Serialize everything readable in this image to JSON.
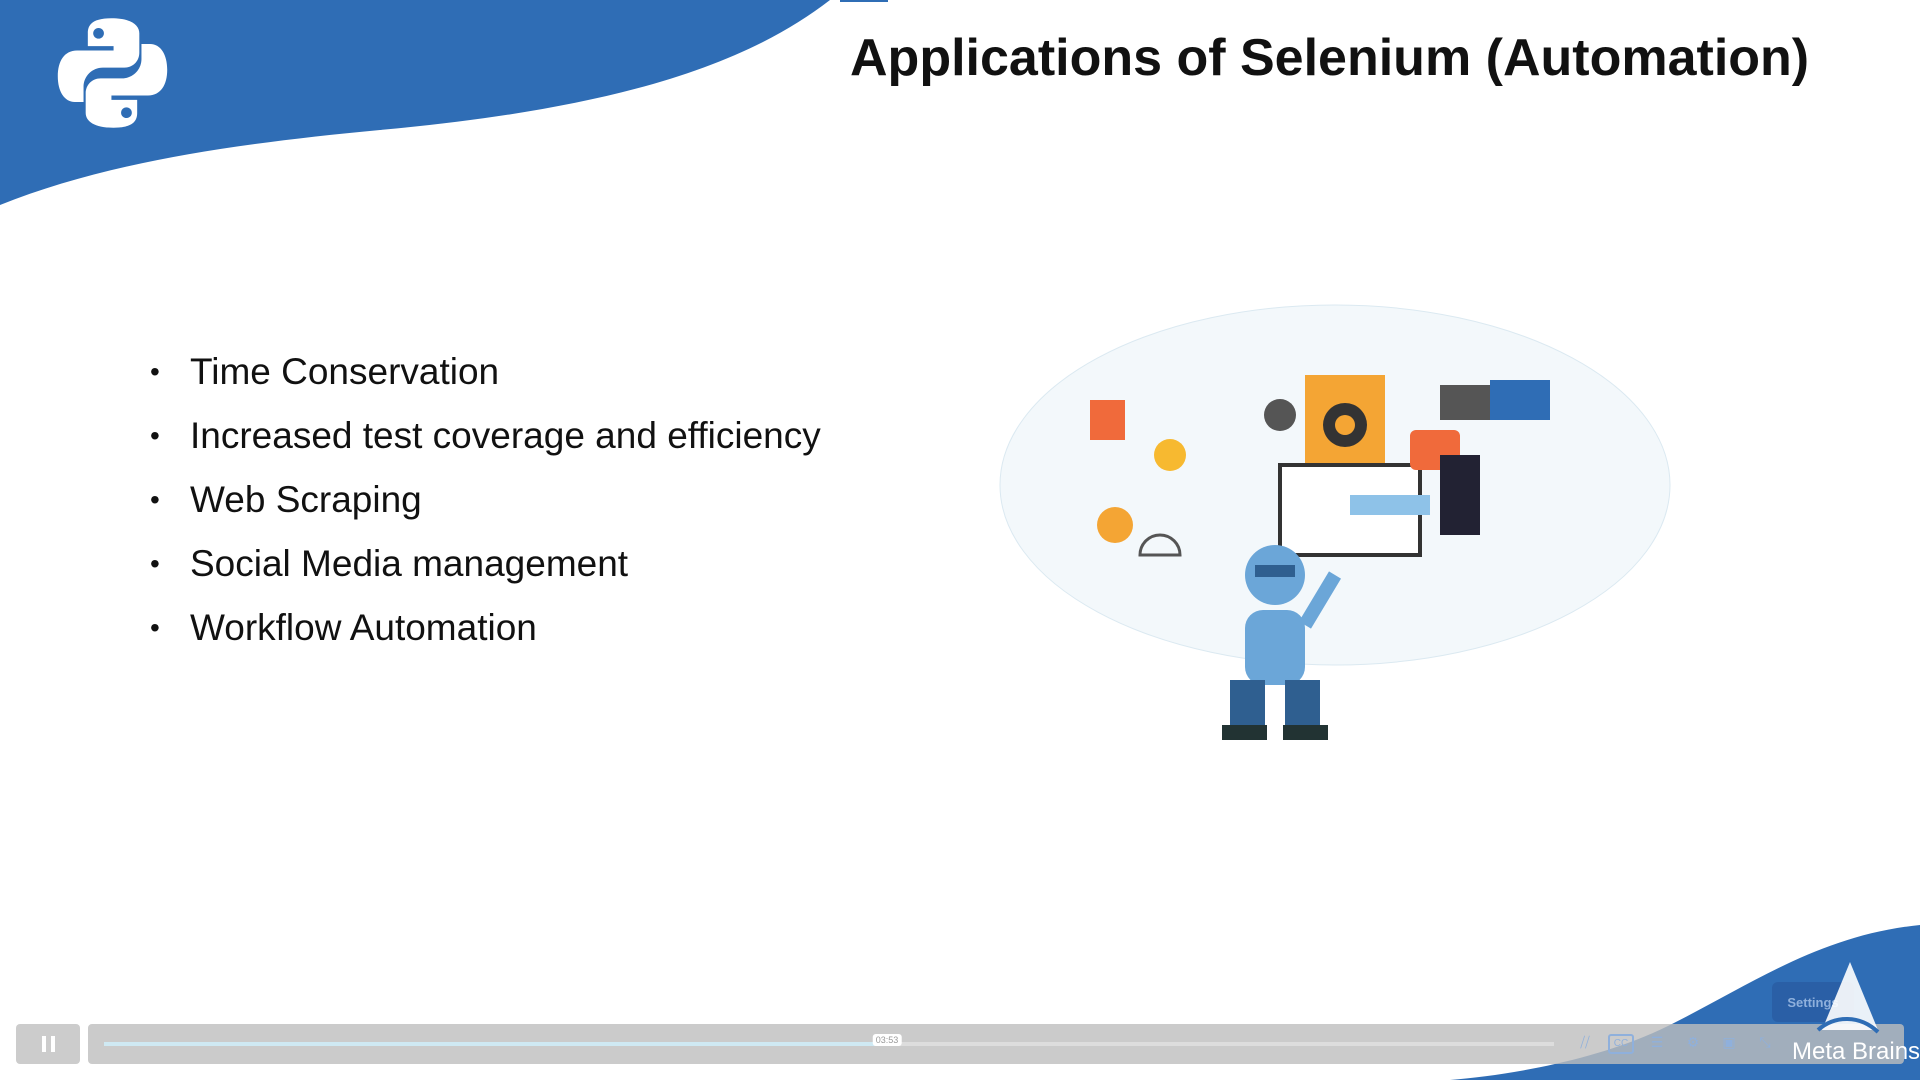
{
  "slide": {
    "title": "Applications of Selenium (Automation)",
    "bullets": [
      "Time Conservation",
      "Increased test coverage and efficiency",
      "Web Scraping",
      "Social Media management",
      "Workflow Automation"
    ],
    "brand": "Meta Brains",
    "accent_color": "#2f6db5"
  },
  "player": {
    "timestamp": "03:53",
    "progress_fraction": 0.54,
    "settings_label": "Settings",
    "icons": [
      "pause-icon",
      "mute-icon",
      "captions-icon",
      "transcript-icon",
      "gear-icon",
      "picture-in-picture-icon",
      "fullscreen-exit-icon"
    ],
    "cc_label": "CC"
  }
}
